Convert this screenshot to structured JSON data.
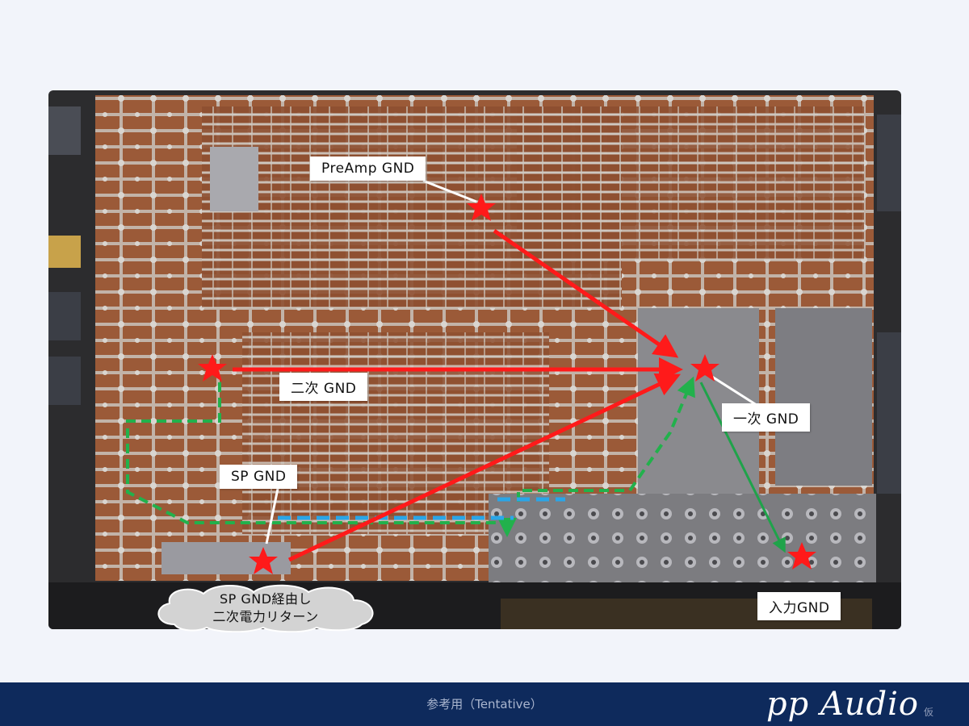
{
  "labels": {
    "preamp_gnd": "PreAmp GND",
    "niji_gnd": "二次 GND",
    "ichiji_gnd": "一次 GND",
    "sp_gnd": "SP GND",
    "input_gnd": "入力GND",
    "cloud_line1": "SP GND経由し",
    "cloud_line2": "二次電力リターン"
  },
  "footer": {
    "note": "参考用（Tentative）",
    "brand": "pp Audio",
    "brand_sub": "仮"
  },
  "colors": {
    "red_arrow": "#ff1a1a",
    "green_arrow": "#1fa34a",
    "green_dashed": "#22b14c",
    "blue_dashed": "#2aa6e8",
    "star": "#ff1a1a",
    "footer_bg": "#0e2a5c"
  }
}
